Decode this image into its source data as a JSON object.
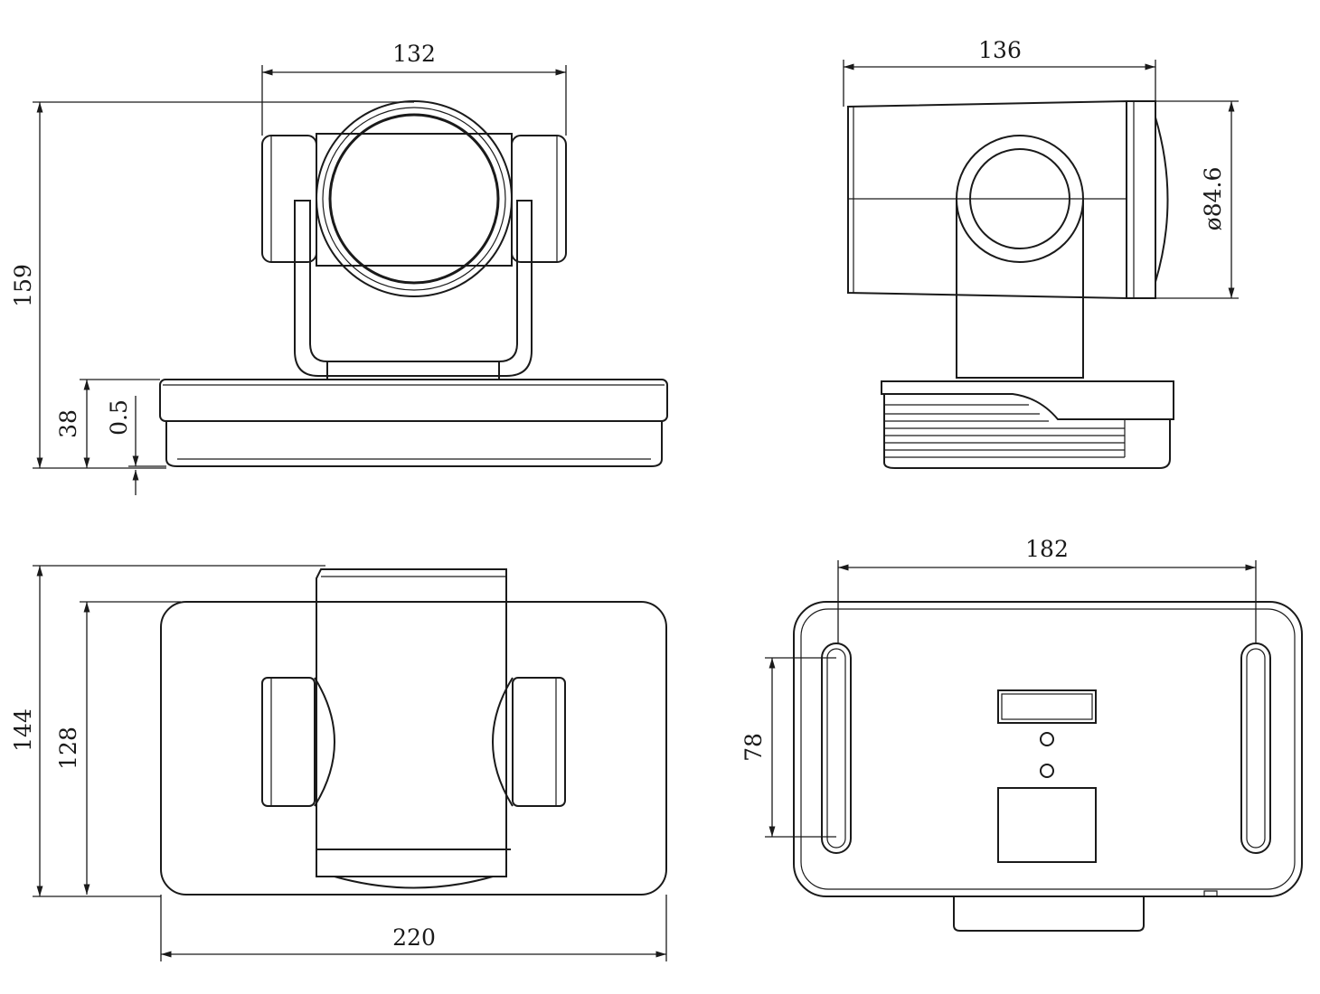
{
  "dimensions": {
    "front_width": "132",
    "front_height": "159",
    "base_height": "38",
    "base_gap": "0.5",
    "side_depth": "136",
    "lens_diameter": "ø84.6",
    "top_height_outer": "144",
    "top_height_inner": "128",
    "top_width": "220",
    "bottom_hole_spacing": "182",
    "bottom_slot_length": "78"
  },
  "colors": {
    "line": "#1a1a1a",
    "background": "#ffffff"
  }
}
